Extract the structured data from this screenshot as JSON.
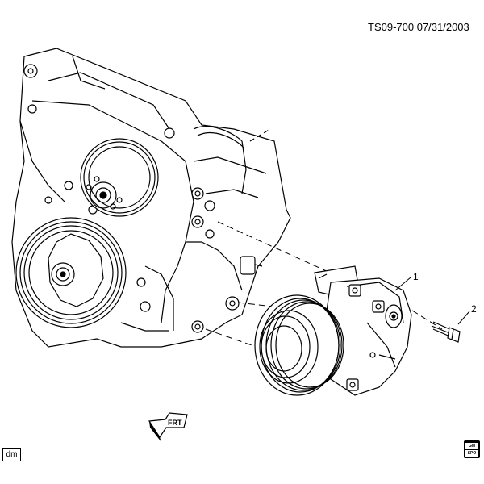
{
  "header": {
    "ref_code": "TS09-700  07/31/2003"
  },
  "callouts": [
    {
      "label": "1"
    },
    {
      "label": "2"
    }
  ],
  "footer": {
    "box_label": "dm"
  },
  "direction": {
    "label": "FRT"
  },
  "logo": {
    "line1": "GM",
    "line2": "SPO"
  }
}
